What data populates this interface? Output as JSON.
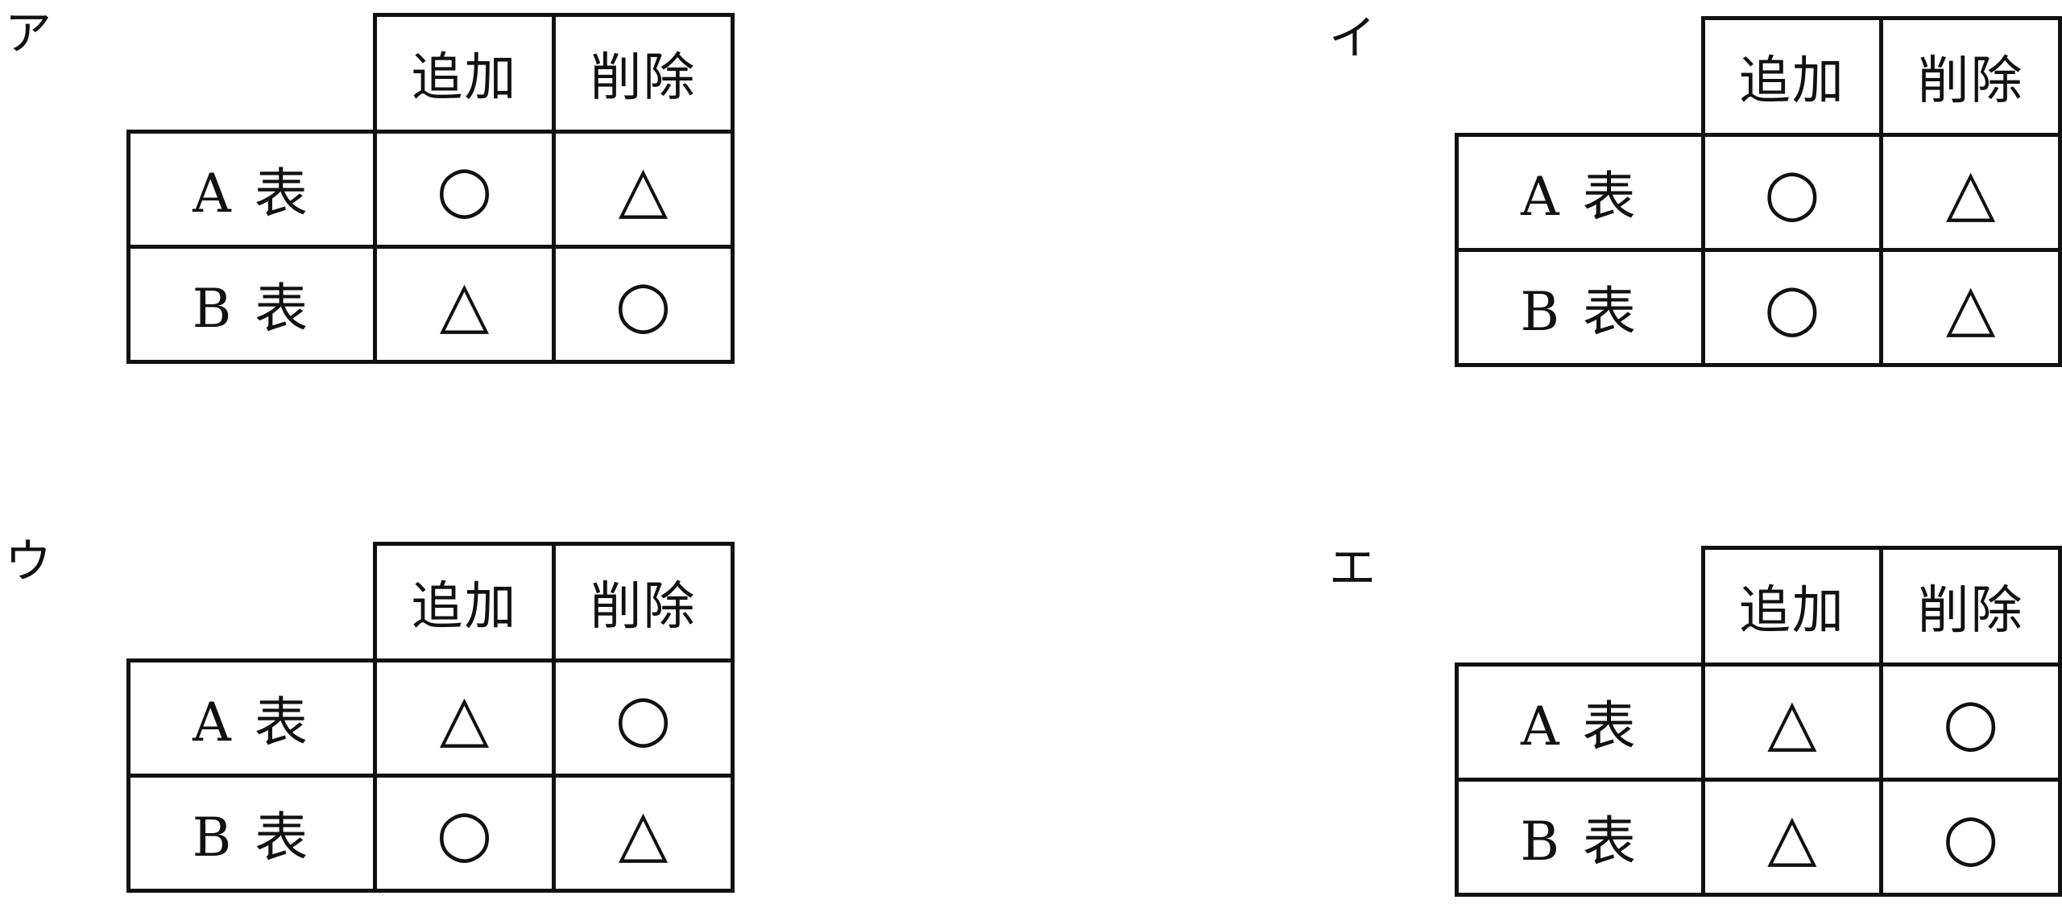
{
  "options": [
    {
      "label": "ア",
      "headers": [
        "追加",
        "削除"
      ],
      "rows": [
        {
          "name": "A 表",
          "add": "○",
          "del": "△"
        },
        {
          "name": "B 表",
          "add": "△",
          "del": "○"
        }
      ]
    },
    {
      "label": "イ",
      "headers": [
        "追加",
        "削除"
      ],
      "rows": [
        {
          "name": "A 表",
          "add": "○",
          "del": "△"
        },
        {
          "name": "B 表",
          "add": "○",
          "del": "△"
        }
      ]
    },
    {
      "label": "ウ",
      "headers": [
        "追加",
        "削除"
      ],
      "rows": [
        {
          "name": "A 表",
          "add": "△",
          "del": "○"
        },
        {
          "name": "B 表",
          "add": "○",
          "del": "△"
        }
      ]
    },
    {
      "label": "エ",
      "headers": [
        "追加",
        "削除"
      ],
      "rows": [
        {
          "name": "A 表",
          "add": "△",
          "del": "○"
        },
        {
          "name": "B 表",
          "add": "△",
          "del": "○"
        }
      ]
    }
  ]
}
